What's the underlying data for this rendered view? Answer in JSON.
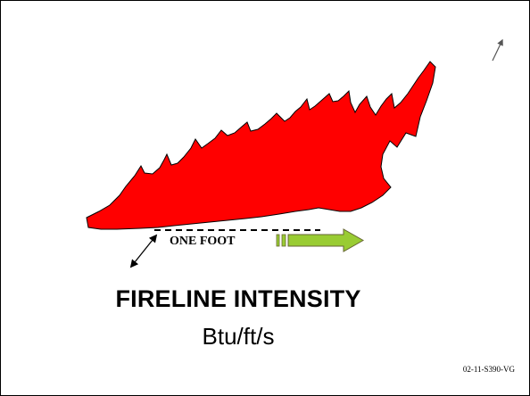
{
  "diagram": {
    "one_foot_label": "ONE FOOT",
    "colors": {
      "flame": "#ff0000",
      "arrow": "#99cc33",
      "text": "#000000"
    },
    "icons": [
      "flame-shape",
      "dashed-depth-line",
      "spread-direction-arrow",
      "one-foot-measure-arrow",
      "pointer-arrow"
    ]
  },
  "title": "FIRELINE INTENSITY",
  "subtitle": "Btu/ft/s",
  "slide_code": "02-11-S390-VG"
}
